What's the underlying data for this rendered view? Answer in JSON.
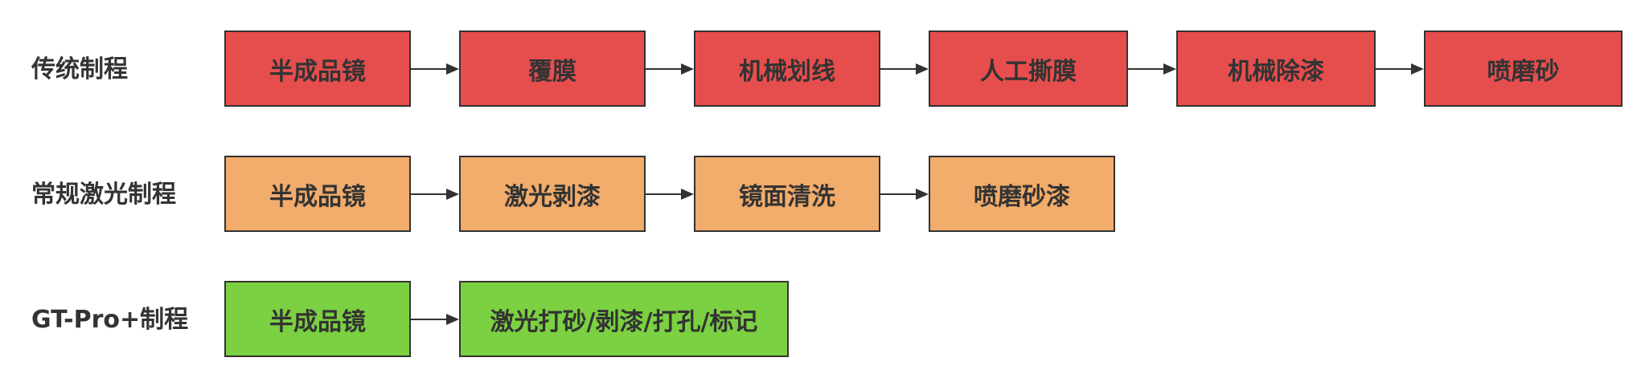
{
  "colors": {
    "traditional": "#e64e4d",
    "laser": "#f2ac6b",
    "gtpro": "#7bd141",
    "border": "#323232",
    "text": "#333333"
  },
  "rows": [
    {
      "label": "传统制程",
      "steps": [
        "半成品镜",
        "覆膜",
        "机械划线",
        "人工撕膜",
        "机械除漆",
        "喷磨砂"
      ]
    },
    {
      "label": "常规激光制程",
      "steps": [
        "半成品镜",
        "激光剥漆",
        "镜面清洗",
        "喷磨砂漆"
      ]
    },
    {
      "label": "GT-Pro+制程",
      "steps": [
        "半成品镜",
        "激光打砂/剥漆/打孔/标记"
      ]
    }
  ]
}
